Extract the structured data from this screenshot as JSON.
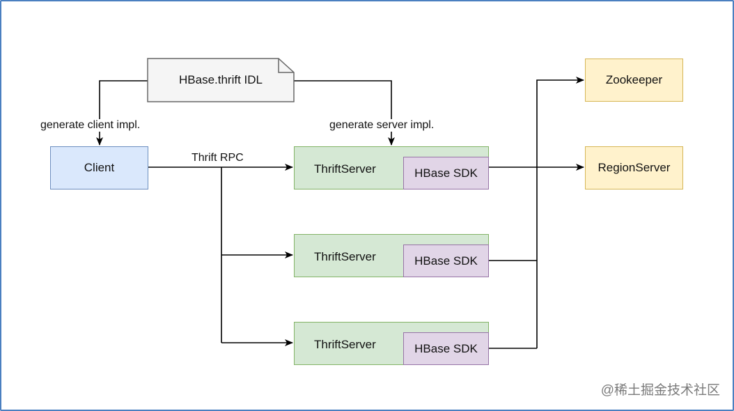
{
  "nodes": {
    "idl": "HBase.thrift IDL",
    "client": "Client",
    "thrift_servers": [
      {
        "label": "ThriftServer",
        "sdk": "HBase SDK"
      },
      {
        "label": "ThriftServer",
        "sdk": "HBase SDK"
      },
      {
        "label": "ThriftServer",
        "sdk": "HBase SDK"
      }
    ],
    "zookeeper": "Zookeeper",
    "region_server": "RegionServer"
  },
  "edge_labels": {
    "generate_client": "generate client impl.",
    "generate_server": "generate server impl.",
    "thrift_rpc": "Thrift RPC"
  },
  "watermark": "@稀土掘金技术社区",
  "colors": {
    "frame_border": "#4a7fc0",
    "client_fill": "#dae8fc",
    "client_border": "#6c8ebf",
    "thriftserver_fill": "#d5e8d4",
    "thriftserver_border": "#82b366",
    "sdk_fill": "#e1d5e7",
    "sdk_border": "#9673a6",
    "external_fill": "#fff2cc",
    "external_border": "#d6b656",
    "idl_fill": "#f5f5f5",
    "idl_border": "#666666"
  }
}
